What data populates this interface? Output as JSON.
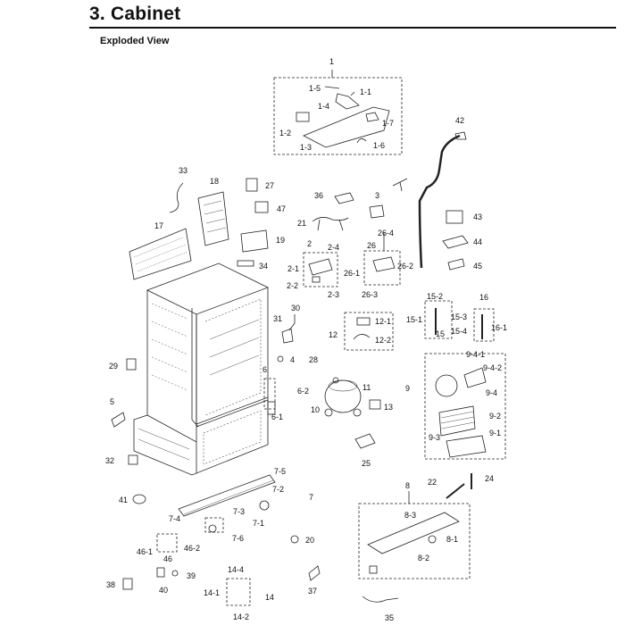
{
  "header": {
    "title": "3.  Cabinet",
    "subtitle": "Exploded View"
  },
  "callouts": [
    "1",
    "1-5",
    "1-1",
    "1-4",
    "1-7",
    "1-2",
    "1-3",
    "1-6",
    "42",
    "33",
    "18",
    "27",
    "36",
    "3",
    "47",
    "21",
    "43",
    "17",
    "19",
    "2",
    "2-4",
    "26",
    "26-4",
    "44",
    "34",
    "2-1",
    "26-1",
    "26-2",
    "45",
    "2-2",
    "2-3",
    "26-3",
    "15-2",
    "16",
    "15-3",
    "30",
    "15-1",
    "16-1",
    "12-1",
    "31",
    "12",
    "15",
    "15-4",
    "12-2",
    "9-4-1",
    "4",
    "29",
    "28",
    "9-4-2",
    "6",
    "11",
    "9",
    "9-4",
    "6-2",
    "5",
    "10",
    "13",
    "9-2",
    "6-1",
    "9-1",
    "9-3",
    "25",
    "32",
    "7-5",
    "8",
    "22",
    "24",
    "7-2",
    "41",
    "7",
    "7-3",
    "8-3",
    "7-4",
    "7-1",
    "8-1",
    "7-6",
    "20",
    "46-1",
    "46-2",
    "46",
    "8-2",
    "14-4",
    "38",
    "40",
    "39",
    "37",
    "14-1",
    "14",
    "35",
    "14-2"
  ]
}
